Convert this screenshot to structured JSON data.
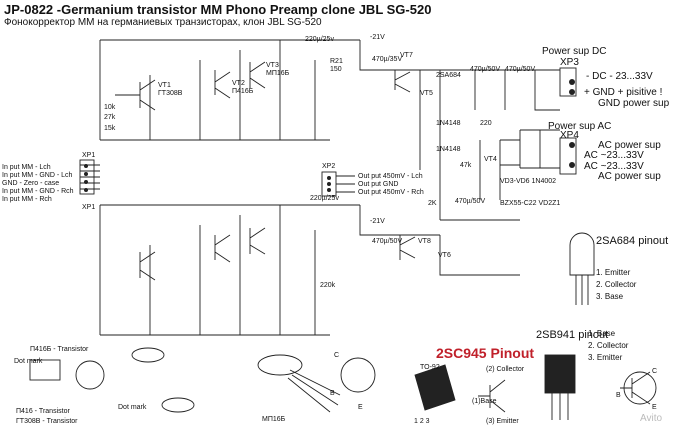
{
  "header": {
    "title": "JP-0822 -Germanium transistor MM  Phono Preamp clone JBL SG-520",
    "subtitle": "Фонокорректор ММ  на германиевых транзисторах, клон JBL SG-520"
  },
  "inputs": {
    "xp1_top": "XP1",
    "xp1_bottom": "XP1",
    "in_lch": "In put MM - Lch",
    "in_lch_gnd": "In put MM - GND - Lch",
    "gnd_case": "GND - Zero - case",
    "in_rch_gnd": "In put MM - GND - Rch",
    "in_rch": "In put MM - Rch"
  },
  "outputs": {
    "xp2": "XP2",
    "out_lch": "Out put 450mV - Lch",
    "out_gnd": "Out put GND",
    "out_rch": "Out put 450mV - Rch"
  },
  "power": {
    "dc_title": "Power sup DC",
    "xp3": "XP3",
    "dc_minus": "- DC - 23...33V",
    "dc_plus": "+ GND + pisitive  !",
    "dc_gnd": "GND  power sup",
    "ac_title": "Power sup AC",
    "xp4": "XP4",
    "ac1": "AC  power sup",
    "ac2": "AC ~23...33V",
    "ac3": "AC ~23...33V",
    "ac4": "AC  power sup",
    "diodes": "VD3-VD6  1N4002"
  },
  "components": {
    "vt1": "VT1",
    "vt2": "VT2",
    "vt3": "VT3",
    "vt4": "VT4",
    "vt5": "VT5",
    "vt6": "VT6",
    "vt7": "VT7",
    "vt8": "VT8",
    "gt308": "ГТ308В",
    "p416": "П416Б",
    "mp16": "МП16Б",
    "sa684": "2SA684",
    "sc945": "2SC945",
    "r21": "R21",
    "r21v": "150",
    "v21": "-21V",
    "v21b": "-21V",
    "c13": "220µ/25v",
    "c13b": "220µ/25v",
    "c15": "470µ/35V",
    "c16": "470µ/50V",
    "c17": "470µ/50V",
    "c18": "470µ/50V",
    "c19": "470µ/50V",
    "r25": "220",
    "r26": "47k",
    "r27": "2K",
    "vd1": "1N4148",
    "vd2": "1N4148",
    "bzx": "BZX55-C22 VD2Z1",
    "r22": "220k",
    "r7": "10k",
    "r8": "27k",
    "r9": "15k"
  },
  "pinouts": {
    "sa684_title": "2SA684 pinout",
    "sa684_1": "1. Emitter",
    "sa684_2": "2. Collector",
    "sa684_3": "3. Base",
    "sb941_title": "2SB941 pinout",
    "sb941_1": "1. Base",
    "sb941_2": "2. Collector",
    "sb941_3": "3. Emitter",
    "sc945_title": "2SC945 Pinout",
    "to92": "TO-92",
    "collector": "(2) Collector",
    "base": "(1)Base",
    "emitter": "(3) Emitter",
    "pins123": "1 2 3",
    "p416_title": "П416Б - Transistor",
    "dot": "Dot mark",
    "dot2": "Dot mark",
    "p416_cap": "П416 - Transistor",
    "gt308_cap": "ГТ308В - Transistor",
    "mp16_cap": "МП16Б",
    "c": "C",
    "b": "B",
    "e": "E",
    "c2": "C",
    "b2": "B",
    "e2": "E"
  },
  "watermark": "Avito"
}
